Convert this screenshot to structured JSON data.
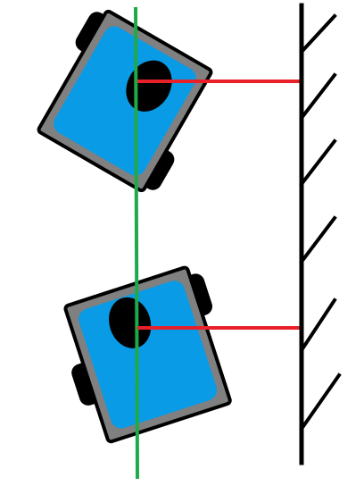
{
  "colors": {
    "background": "#ffffff",
    "robot_body": "#0a9be6",
    "robot_frame": "#808080",
    "outline": "#000000",
    "wheel": "#000000",
    "sensor": "#000000",
    "path_line": "#1faa4a",
    "distance_line": "#e8202a",
    "wall": "#000000"
  },
  "diagram": {
    "robots": [
      {
        "id": "top",
        "rotation_deg": 30
      },
      {
        "id": "bottom",
        "rotation_deg": -18
      }
    ]
  }
}
